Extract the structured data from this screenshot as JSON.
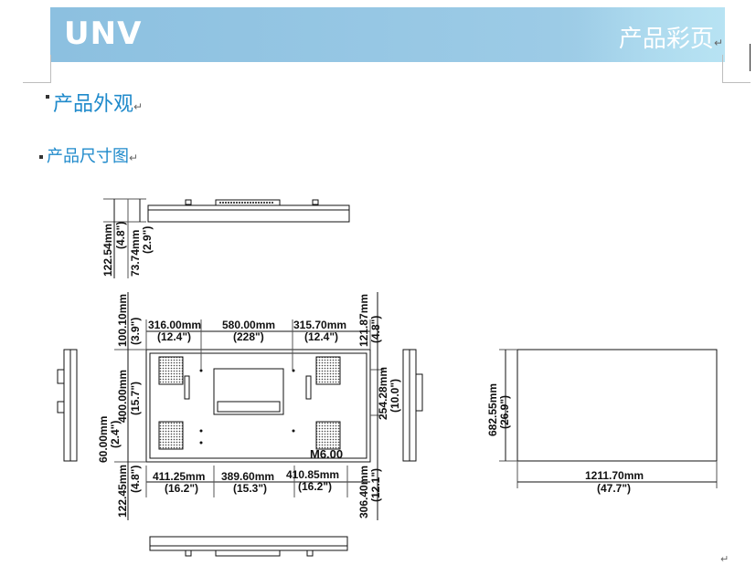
{
  "header": {
    "logo_text": "UNV",
    "section_title": "产品彩页",
    "bg_color": "#8ec3e2"
  },
  "headings": {
    "product_appearance": "产品外观",
    "dimension_drawing": "产品尺寸图",
    "heading_color": "#1f8acb"
  },
  "dimensions": {
    "side_total_depth_mm": "122.54mm",
    "side_total_depth_in": "(4.8\")",
    "side_body_depth_mm": "73.74mm",
    "side_body_depth_in": "(2.9\")",
    "top_left_offset_mm": "100.10mm",
    "top_left_offset_in": "(3.9\")",
    "top_right_offset_mm": "121.87mm",
    "top_right_offset_in": "(4.8\")",
    "top_seg1_mm": "316.00mm",
    "top_seg1_in": "(12.4\")",
    "top_seg2_mm": "580.00mm",
    "top_seg2_in": "(228\")",
    "top_seg3_mm": "315.70mm",
    "top_seg3_in": "(12.4\")",
    "left_vert_mm": "400.00mm",
    "left_vert_in": "(15.7\")",
    "right_vert_mm": "254.28mm",
    "right_vert_in": "(10.0\")",
    "left_small_mm": "60.00mm",
    "left_small_in": "(2.4\")",
    "bottom_left_offset_mm": "122.45mm",
    "bottom_left_offset_in": "(4.8\")",
    "bottom_right_offset_mm": "306.40mm",
    "bottom_right_offset_in": "(12.1\")",
    "bot_seg1_mm": "411.25mm",
    "bot_seg1_in": "(16.2\")",
    "bot_seg2_mm": "389.60mm",
    "bot_seg2_in": "(15.3\")",
    "bot_seg3_mm": "410.85mm",
    "bot_seg3_in": "(16.2\")",
    "screw": "M6.00",
    "front_height_mm": "682.55mm",
    "front_height_in": "(26.9\")",
    "front_width_mm": "1211.70mm",
    "front_width_in": "(47.7\")"
  }
}
